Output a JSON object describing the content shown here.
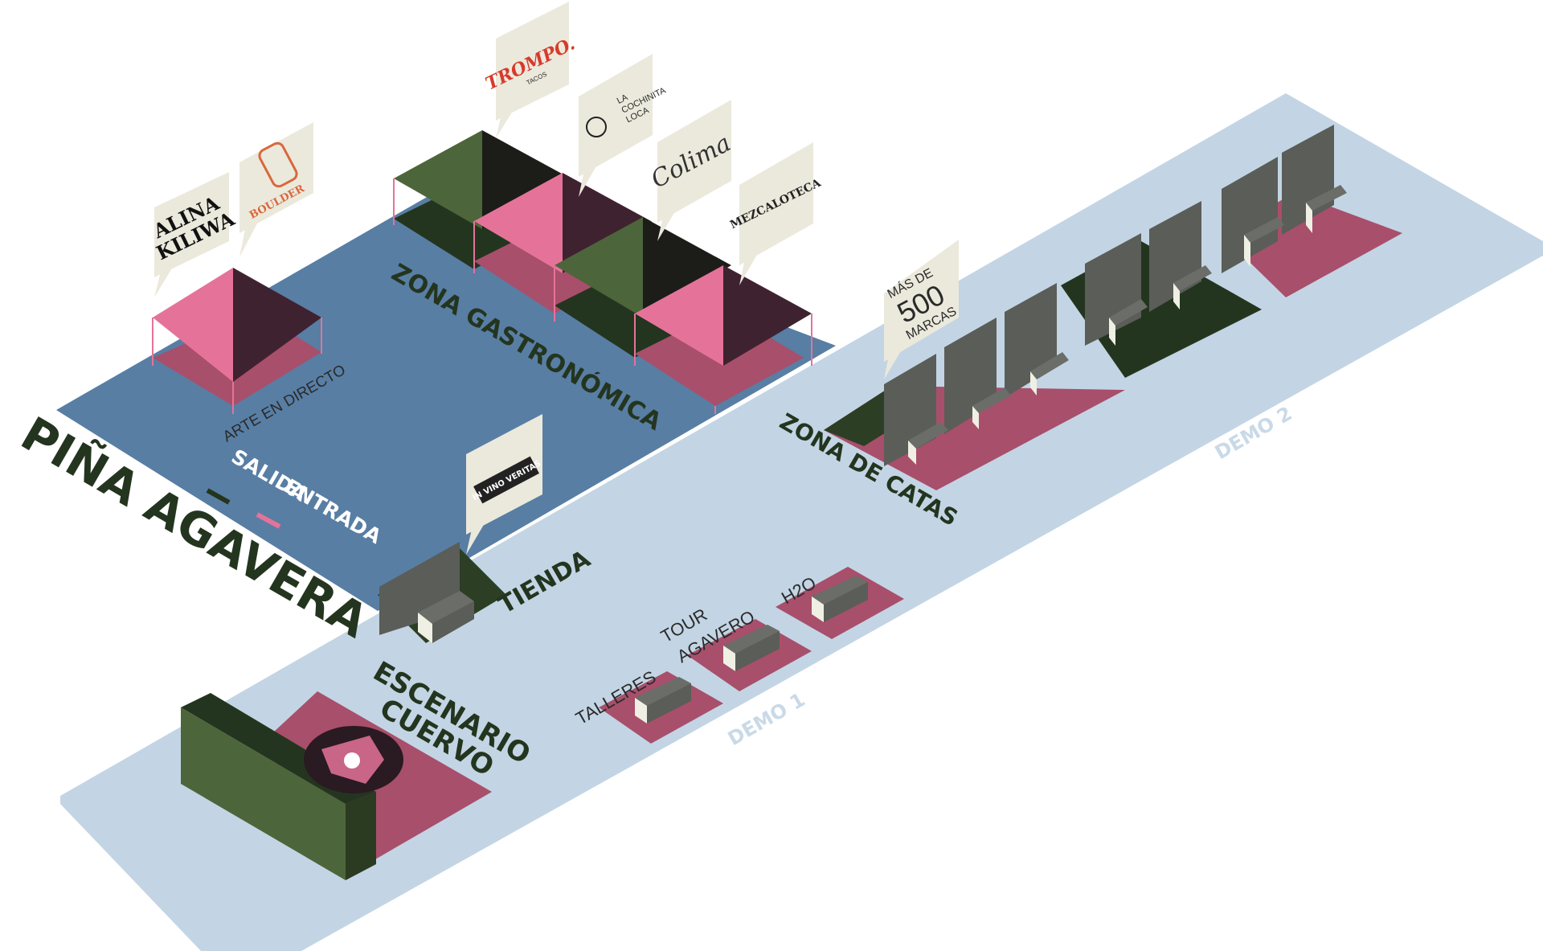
{
  "map": {
    "zones": {
      "pina_agavera": "PIÑA AGAVERA",
      "zona_gastronomica": "ZONA GASTRONÓMICA",
      "zona_de_catas": "ZONA DE CATAS",
      "escenario_cuervo": [
        "ESCENARIO",
        "CUERVO"
      ],
      "tienda": "TIENDA"
    },
    "areas": {
      "arte_en_directo": "ARTE EN DIRECTO",
      "talleres": "TALLERES",
      "tour_agavero": [
        "TOUR",
        "AGAVERO"
      ],
      "h2o": "H2O"
    },
    "demos": {
      "demo_1": "DEMO 1",
      "demo_2": "DEMO 2"
    },
    "doors": {
      "salida": "SALIDA",
      "entrada": "ENTRADA"
    },
    "brands": {
      "alina_kiliwa": [
        "ALINA",
        "KILIWA"
      ],
      "boulder": "BOULDER",
      "trompo": "TROMPO.",
      "trompo_sub": "TACOS",
      "cochinita": [
        "LA",
        "COCHINITA",
        "LOCA"
      ],
      "colima": "Colima",
      "mezcaloteca": "MEZCALOTECA",
      "in_vino_veritas": "IN VINO VERITAS"
    },
    "callout_500": [
      "MÁS DE",
      "500",
      "MARCAS"
    ],
    "colors": {
      "floor_light": "#c3d5e4",
      "floor_dark": "#587ea4",
      "pink": "#e57399",
      "maroon": "#a84f6b",
      "dark_green": "#24351f",
      "green": "#4d653a",
      "dark_maroon": "#3f2230",
      "gray": "#5b5d58"
    }
  }
}
